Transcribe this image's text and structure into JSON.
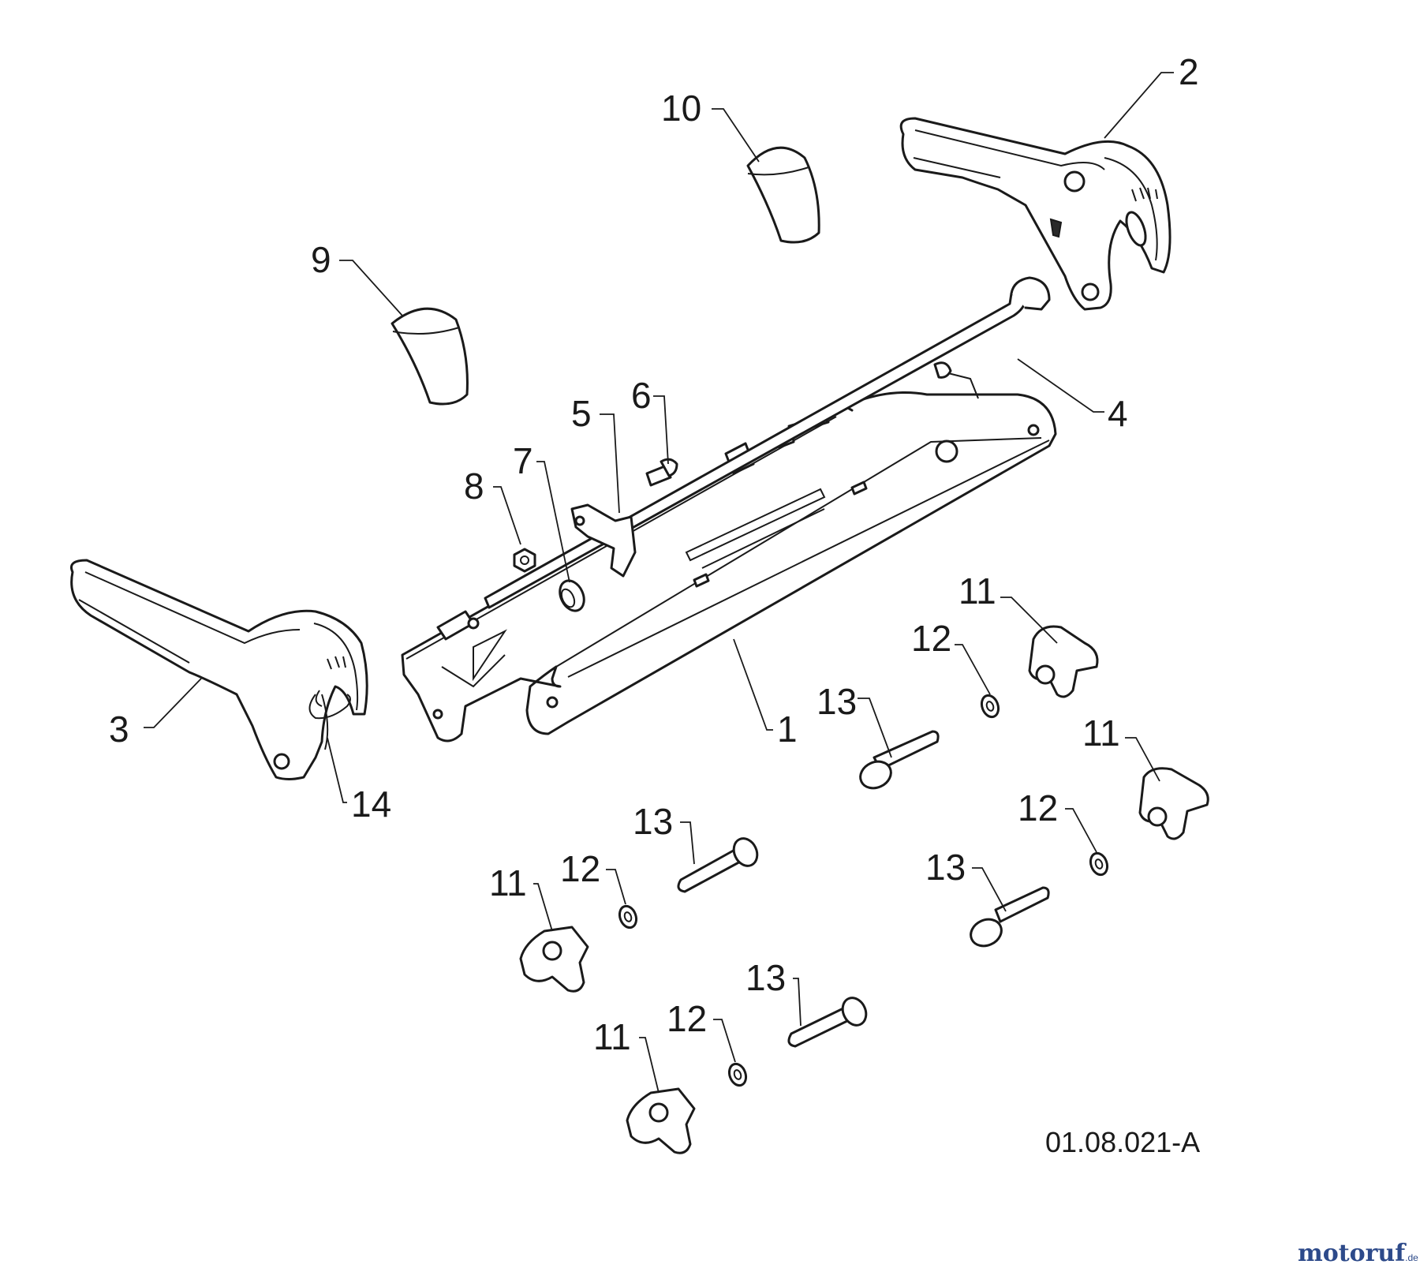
{
  "diagram": {
    "drawing_number": "01.08.021-A",
    "watermark": {
      "part1": "motoruf",
      "part2": "",
      "suffix": ".de"
    },
    "callouts": [
      {
        "id": "c1",
        "label": "1"
      },
      {
        "id": "c2",
        "label": "2"
      },
      {
        "id": "c3",
        "label": "3"
      },
      {
        "id": "c4",
        "label": "4"
      },
      {
        "id": "c5",
        "label": "5"
      },
      {
        "id": "c6",
        "label": "6"
      },
      {
        "id": "c7",
        "label": "7"
      },
      {
        "id": "c8",
        "label": "8"
      },
      {
        "id": "c9",
        "label": "9"
      },
      {
        "id": "c10",
        "label": "10"
      },
      {
        "id": "c11a",
        "label": "11"
      },
      {
        "id": "c11b",
        "label": "11"
      },
      {
        "id": "c11c",
        "label": "11"
      },
      {
        "id": "c11d",
        "label": "11"
      },
      {
        "id": "c12a",
        "label": "12"
      },
      {
        "id": "c12b",
        "label": "12"
      },
      {
        "id": "c12c",
        "label": "12"
      },
      {
        "id": "c12d",
        "label": "12"
      },
      {
        "id": "c13a",
        "label": "13"
      },
      {
        "id": "c13b",
        "label": "13"
      },
      {
        "id": "c13c",
        "label": "13"
      },
      {
        "id": "c13d",
        "label": "13"
      },
      {
        "id": "c14",
        "label": "14"
      }
    ]
  }
}
